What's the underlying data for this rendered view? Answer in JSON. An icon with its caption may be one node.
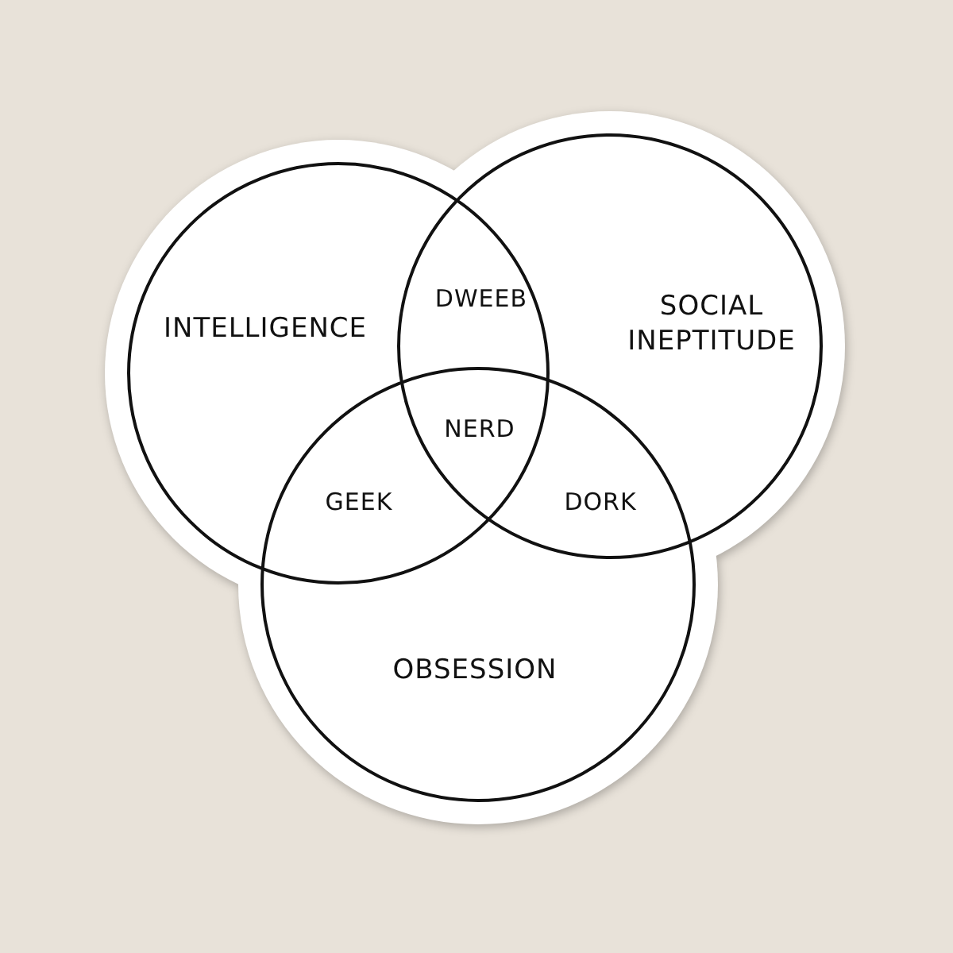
{
  "diagram": {
    "nodes": [
      {
        "text": [
          "INTELLIGENCE"
        ]
      },
      {
        "text": [
          "SOCIAL INEPTITUDE"
        ]
      },
      {
        "text": [
          "OBSESSION"
        ]
      }
    ],
    "edges": [],
    "labels": [
      "DWEEB",
      "NERD",
      "GEEK",
      "DORK"
    ]
  }
}
